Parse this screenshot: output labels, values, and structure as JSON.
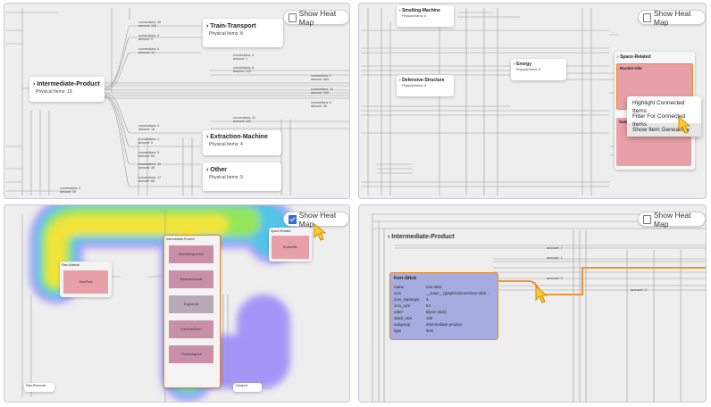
{
  "heatmap_toggle_label": "Show Heat Map",
  "panel1": {
    "product": {
      "title": "Intermediate-Product",
      "sub": "Physical Items: 19"
    },
    "train": {
      "title": "Train-Transport",
      "sub": "Physical Items: 8"
    },
    "extraction": {
      "title": "Extraction-Machine",
      "sub": "Physical Items: 4"
    },
    "other": {
      "title": "Other",
      "sub": "Physical Items: 9"
    },
    "labels_left": [
      "connections: 16",
      "amount: 116",
      "connections: 3",
      "amount: 9",
      "connections: 6",
      "amount: 13",
      "connections: 4",
      "amount: 16",
      "connections: 1",
      "amount: 5",
      "connections: 5",
      "amount: 60",
      "connections: 10",
      "amount: 46",
      "connections: 17",
      "amount: 66",
      "connections: 2",
      "amount: 10"
    ],
    "labels_right": [
      "connections: 3",
      "amount: 1",
      "connections: 8",
      "amount: 122",
      "connections: 2",
      "amount: 684",
      "connections: 10",
      "amount: 206",
      "connections: 5",
      "amount: 45",
      "connections: 11",
      "amount: 181"
    ]
  },
  "panel2": {
    "smelting": {
      "title": "Smelting-Machine",
      "sub": "Physical Items: 6"
    },
    "energy": {
      "title": "Energy",
      "sub": "Physical Items: 8"
    },
    "defensive": {
      "title": "Defensive-Structure",
      "sub": "Physical Items: 8"
    },
    "space_header": "Space-Related",
    "rocket_silo": "Rocket-Silo",
    "satellite": "Sate",
    "menu": [
      "Highlight Connected Items",
      "Filter For Connected Items",
      "Show Item Genealogy"
    ]
  },
  "panel3": {
    "intermediate": "Intermediate-Product",
    "space": "Space-Related",
    "rocket_silo": "RocketSilo",
    "raw_material": "Raw-Material",
    "steel_plate": "SteelPlate",
    "stack": [
      "ElectricEngineUnit",
      "ElectronicCircuit",
      "EngineUnit",
      "IronGearWheel",
      "ProcessingUnit"
    ],
    "raw_resource": "Raw-Resource",
    "transport": "Transport"
  },
  "panel4": {
    "group": "Intermediate-Product",
    "card_title": "Iron-Stick",
    "props": [
      [
        "name",
        "iron-stick"
      ],
      [
        "icon",
        "__base__/graphics/icons/iron-stick..."
      ],
      [
        "icon_mipmaps",
        "4"
      ],
      [
        "icon_size",
        "64"
      ],
      [
        "order",
        "b[iron-stick]"
      ],
      [
        "stack_size",
        "100"
      ],
      [
        "subgroup",
        "intermediate-product"
      ],
      [
        "type",
        "item"
      ]
    ],
    "amounts": [
      "amount: 7",
      "amount: 1",
      "amount: 2",
      "amount: 2"
    ]
  },
  "colors": {
    "heat_red": "#e8a0a8",
    "accent_orange": "#f0891a",
    "checkbox_blue": "#2f6fd6",
    "card_blue": "#a6acdf"
  }
}
